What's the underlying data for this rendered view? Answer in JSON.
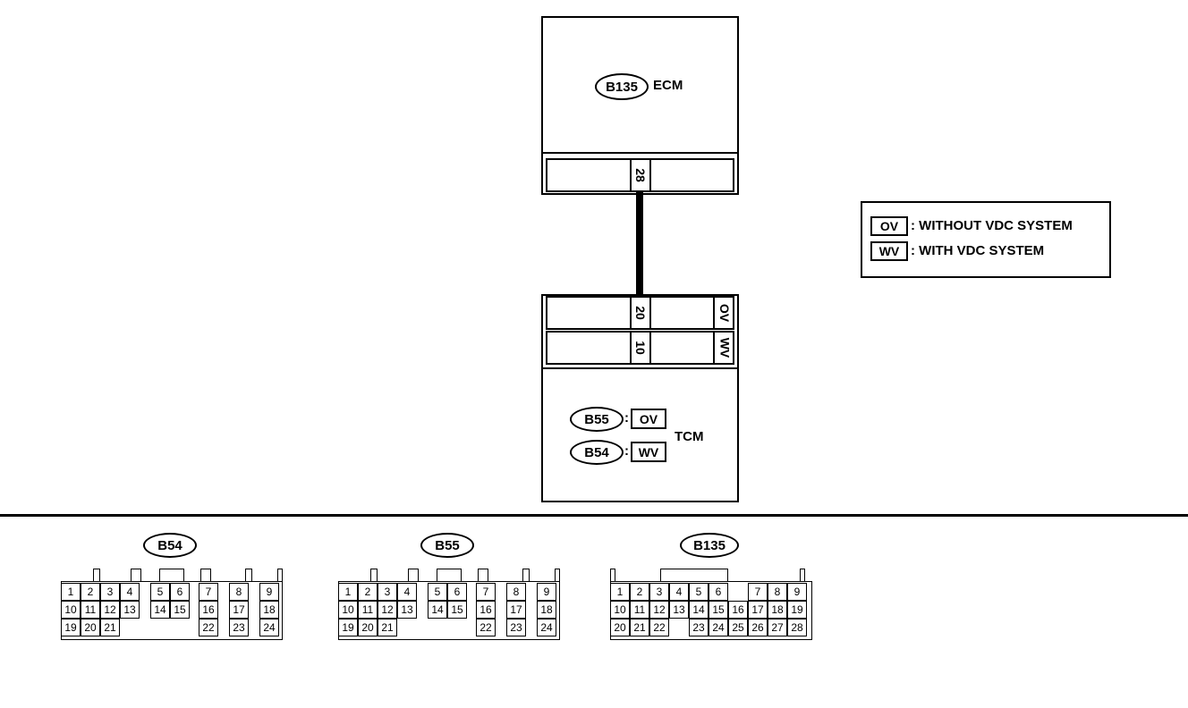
{
  "ecm": {
    "connector": "B135",
    "name": "ECM",
    "pin": "28"
  },
  "tcm": {
    "name": "TCM",
    "pin_ov": "20",
    "pin_wv": "10",
    "tag_ov": "OV",
    "tag_wv": "WV",
    "conn_ov": "B55",
    "conn_wv": "B54",
    "sep": ":"
  },
  "legend": {
    "items": [
      {
        "tag": "OV",
        "text": ": WITHOUT VDC SYSTEM"
      },
      {
        "tag": "WV",
        "text": ": WITH VDC SYSTEM"
      }
    ]
  },
  "connectors": [
    {
      "name": "B54",
      "rows": [
        [
          "1",
          "2",
          "3",
          "4",
          "5",
          "6",
          "7",
          "8",
          "9"
        ],
        [
          "10",
          "11",
          "12",
          "13",
          "14",
          "15",
          "16",
          "17",
          "18"
        ],
        [
          "19",
          "20",
          "21",
          "22",
          "23",
          "24"
        ]
      ]
    },
    {
      "name": "B55",
      "rows": [
        [
          "1",
          "2",
          "3",
          "4",
          "5",
          "6",
          "7",
          "8",
          "9"
        ],
        [
          "10",
          "11",
          "12",
          "13",
          "14",
          "15",
          "16",
          "17",
          "18"
        ],
        [
          "19",
          "20",
          "21",
          "22",
          "23",
          "24"
        ]
      ]
    },
    {
      "name": "B135",
      "rows": [
        [
          "1",
          "2",
          "3",
          "4",
          "5",
          "6",
          "7",
          "8",
          "9"
        ],
        [
          "10",
          "11",
          "12",
          "13",
          "14",
          "15",
          "16",
          "17",
          "18",
          "19"
        ],
        [
          "20",
          "21",
          "22",
          "23",
          "24",
          "25",
          "26",
          "27",
          "28"
        ]
      ]
    }
  ]
}
